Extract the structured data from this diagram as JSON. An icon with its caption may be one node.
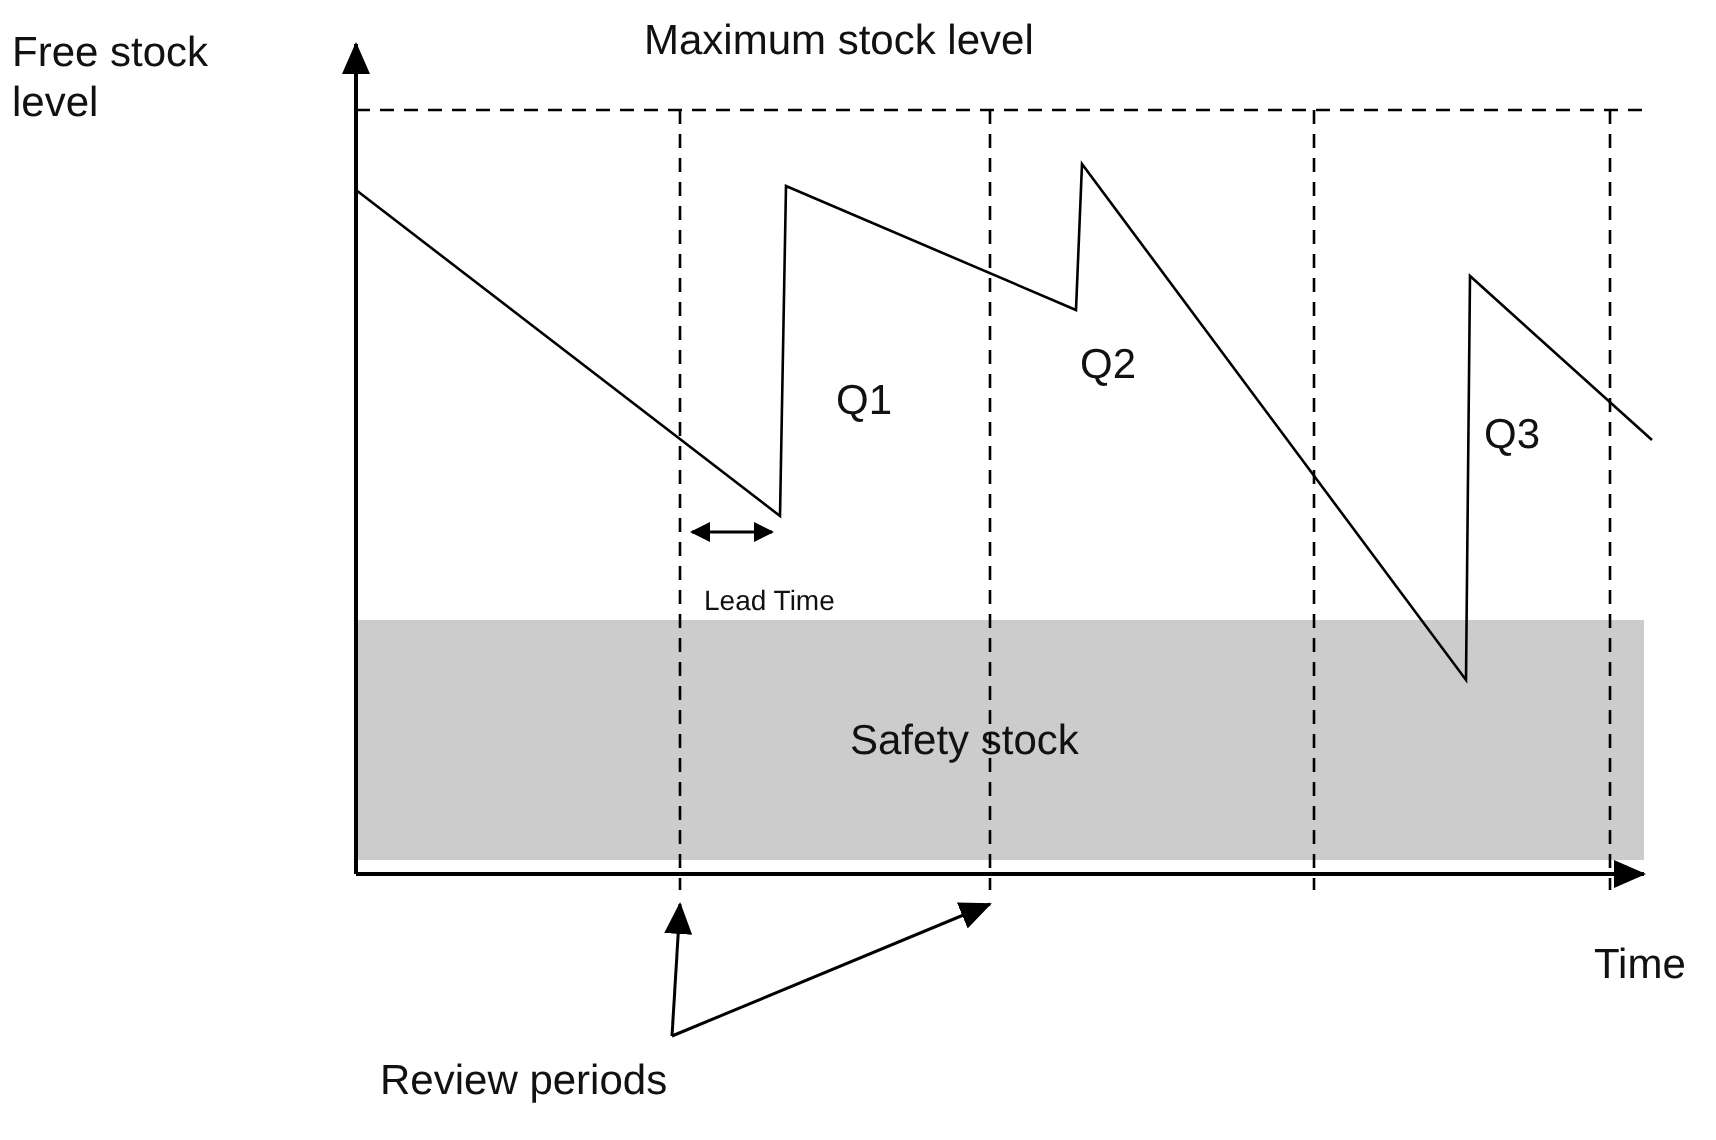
{
  "diagram": {
    "nodes": [
      {
        "text": [
          "Safety stock"
        ]
      },
      {
        "text": [
          "Review periods"
        ]
      },
      {
        "text": [],
        "shape": "line"
      },
      {
        "text": [],
        "shape": "line"
      }
    ],
    "edges": [
      {
        "from": 1,
        "to": 2,
        "arrow": "to"
      },
      {
        "from": 1,
        "to": 3,
        "arrow": "to"
      }
    ],
    "labels": [
      "Free stock level",
      "Maximum stock level",
      "Q1",
      "Q2",
      "Q3",
      "Lead Time",
      "Time"
    ]
  }
}
